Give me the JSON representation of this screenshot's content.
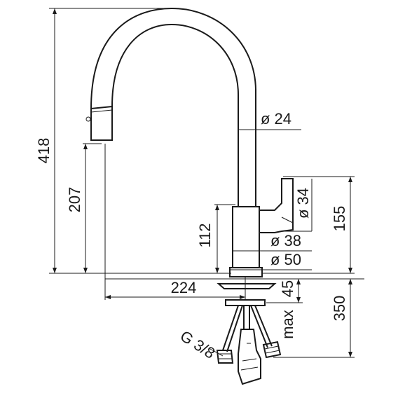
{
  "dimensions": {
    "total_height": "418",
    "spout_outlet_height": "207",
    "spout_diameter": "ø 24",
    "handle_diameter": "ø 34",
    "handle_height": "155",
    "body_height": "112",
    "body_diameter": "ø 38",
    "base_diameter": "ø 50",
    "reach": "224",
    "max_deck_thickness_value": "45",
    "max_deck_thickness_prefix": "max",
    "hose_length": "350",
    "connection_thread": "G 3/8"
  },
  "colors": {
    "line": "#1a1a1a",
    "background": "#ffffff"
  }
}
